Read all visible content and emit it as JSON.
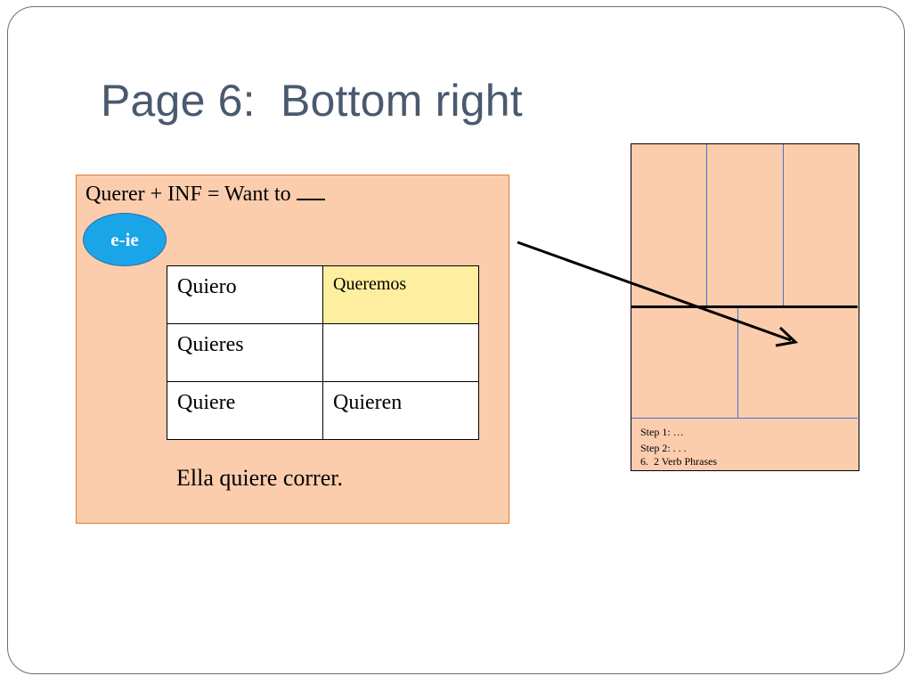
{
  "slide": {
    "title": "Page 6:  Bottom right"
  },
  "notes": {
    "heading": "Querer + INF = Want to",
    "badge": "e-ie",
    "table": [
      [
        "Quiero",
        "Queremos"
      ],
      [
        "Quieres",
        ""
      ],
      [
        "Quiere",
        "Quieren"
      ]
    ],
    "example": "Ella quiere correr."
  },
  "page_diagram": {
    "steps": [
      "Step 1: …",
      "Step 2: . . .",
      "6.  2 Verb Phrases"
    ]
  },
  "colors": {
    "title": "#4a5a6e",
    "box_fill": "#fccdad",
    "box_border": "#e07b3a",
    "badge_fill": "#1aa5e8",
    "highlight": "#fdef9f",
    "divider_blue": "#4a6fd1"
  }
}
